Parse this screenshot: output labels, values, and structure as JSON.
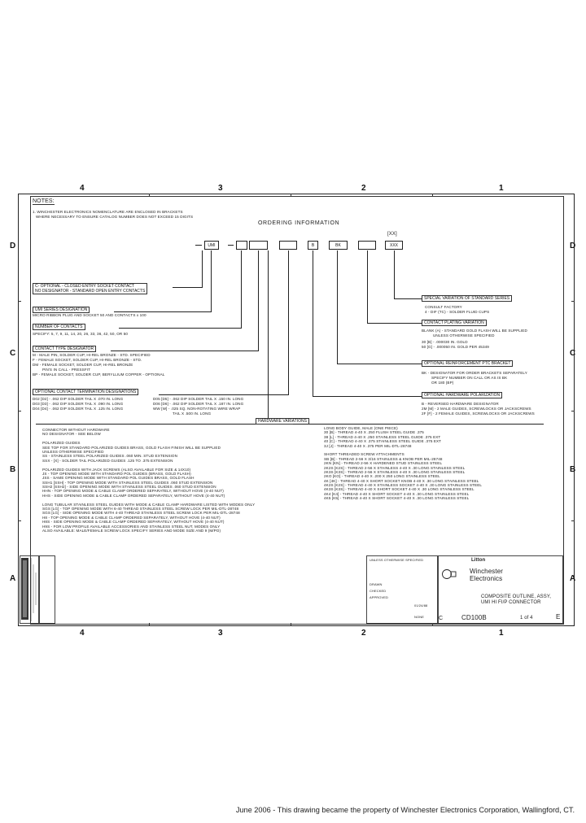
{
  "zones": {
    "top": [
      "4",
      "3",
      "2",
      "1"
    ],
    "bottom": [
      "4",
      "3",
      "2",
      "1"
    ],
    "left": [
      "D",
      "C",
      "B",
      "A"
    ],
    "right": [
      "D",
      "C",
      "B",
      "A"
    ]
  },
  "notes": {
    "title": "NOTES:",
    "line1": "1. WINCHESTER ELECTRONICS NOMENCLATURE ARE ENCLOSED IN BRACKETS",
    "line2": "WHERE NECESSARY TO ENSURE CATALOG NUMBER DOES NOT EXCEED 15 DIGITS"
  },
  "ordering": {
    "title": "ORDERING INFORMATION",
    "boxes": [
      "UMI",
      "",
      "",
      "",
      "B",
      "BK",
      "",
      "XXX"
    ],
    "xx_label": "[XX]"
  },
  "entry": {
    "line1": "C- OPTIONAL - CLOSED ENTRY SOCKET CONTACT",
    "line2": "NO DESIGNATOR - STANDARD OPEN ENTRY CONTACTS"
  },
  "series": {
    "header": "UMI SERIES DESIGNATION",
    "text": "MICRO RIBBON PLUG AND SOCKET 50 AND CONTACTS x 100"
  },
  "numcontacts": {
    "header": "NUMBER OF CONTACTS",
    "text": "SPECIFY: 5, 7, 9, 11, 14, 20, 26, 33, 36, 42, 50, OR 50"
  },
  "contacttype": {
    "header": "CONTACT TYPE DESIGNATOR",
    "lines": [
      "M - MALE PIN, SOLDER CUP, HI-REL BRONZE - STD. SPECIFIED",
      "F - FEMALE SOCKET, SOLDER CUP, HI-REL BRONZE - STD.",
      "DM - FEMALE SOCKET, SOLDER CUP, HI-REL BRONZE",
      "PIN'S IN CALL - PRESSFIT",
      "BP - FEMALE SOCKET, SOLDER CUP, BERYLLIUM COPPER - OPTIONAL"
    ]
  },
  "termination": {
    "header": "OPTIONAL CONTACT TERMINATION DESIGNATIONS",
    "left": [
      "D02 [D2] - .062 DIP SOLDER TAIL X .070 IN. LONG",
      "D03 [D3] - .062 DIP SOLDER TAIL X .090 IN. LONG",
      "D04 [D4] - .062 DIP SOLDER TAIL X .125 IN. LONG"
    ],
    "right": [
      "D05 [D5] - .062 DIP SOLDER TAIL X .150 IN. LONG",
      "D06 [D6] - .062 DIP SOLDER TAIL X .187 IN. LONG",
      "WW [W] - .025 SQ. NON-ROTATING WIRE WRAP",
      "TAIL X .500 IN. LONG"
    ]
  },
  "hardware": {
    "header": "HARDWARE VARIATIONS",
    "left": [
      "CONNECTOR WITHOUT HARDWARE",
      "NO DESIGNATOR - SEE BELOW",
      "",
      "POLARIZED GUIDES",
      "SEE TOP FOR STANDARD POLARIZED GUIDES BRASS, GOLD FLASH FINISH WILL BE SUPPLIED",
      "UNLESS OTHERWISE SPECIFIED",
      "SS - STAINLESS STEEL POLARIZED GUIDES .060 MIN. STUD EXTENSION",
      "SSX - [X] - SOLDER TAIL POLARIZED GUIDES .125 TO .375 EXTENSION",
      "",
      "POLARIZED GUIDES WITH JACK SCREWS (ALSO AVAILABLE FOR SIZE & 14X10)",
      "JS - TOP OPENING MODE WITH STANDARD POL GUIDES (BRASS, GOLD FLASH)",
      "JSS - SAME OPENING MODE WITH STANDARD POL GUIDES BRASS, GOLD FLASH",
      "SSH1 [SSH] - TOP OPENING MODE WITH STAINLESS STEEL GUIDES .060 STUD EXTENSION",
      "SSH2 [SSH2] - SIDE OPENING MODE WITH STAINLESS STEEL GUIDES .060 STUD EXTENSION",
      "HHN - TOP OPENING MODE & CABLE CLAMP ORDERED SEPARATELY, WITHOUT HOVE (4-40 NUT)",
      "HHS - SIDE OPENING MODE & CABLE CLAMP ORDERED SEPARATELY, WITHOUT HOVE (4-40 NUT)",
      "",
      "LONG TUBULAR STAINLESS STEEL GUIDES WITH MODE & CABLE CLAMP HARDWARE LISTED WITH MODES ONLY",
      "SGS [LG] - TOP OPENING MODE WITH 6-40 THREAD STAINLESS STEEL SCREW LOCK PER MIL-DTL-28748",
      "SGS [LG] - SIDE OPENING MODE WITH 4-40 THREAD STAINLESS STEEL SCREW LOCK PER MIL-DTL-28748",
      "H8 - TOP OPENING MODE & CABLE CLAMP ORDERED SEPARATELY, WITHOUT HOVE (4-40 NUT)",
      "H8S - SIDE OPENING MODE & CABLE CLAMP ORDERED SEPARATELY, WITHOUT HOVE (4-40 NUT)",
      "H9S - FOR LOW PROFILE AVAILABLE ACCESSORIES AND STAINLESS STEEL NUT, MODES ONLY",
      "ALSO AVAILABLE: MALE/FEMALE SCREW LOCK SPECIFY SERIES AND MODE SIZE AND 9 (M/PO)"
    ],
    "right": [
      "LONG BODY GUIDE, MALE (ONE PIECE)",
      "30 [B] - THREAD 4-40 X .250 FLUSH STEEL GUIDE .375",
      "38 [L] - THREAD 4-40 X .250 STAINLESS STEEL GUIDE .375 EXT",
      "40 [C] - THREAD 4-40 X .375 STAINLESS STEEL GUIDE .375 EXT",
      "3J [J] - THREAD 4-40 X .375 PER MIL-DTL-28748",
      "",
      "SHORT THREADED SCREW ATTACHMENTS",
      "SB [B] - THREAD 2-56 X 3/16 STAINLESS & KNOB PER MIL-28748",
      "2KN [KN] - THREAD 2-56 X HARDENED STUD STAINLESS STEEL",
      "2K2S [K2S] - THREAD 2-56 X STAINLESS 4-40 X .30 LONG STAINLESS STEEL",
      "2K3S [K3S] - THREAD 2-56 X STAINLESS 4-40 X .30 LONG STAINLESS STEEL",
      "2KO [KO] - THREAD 4-40 X .200 X 250 LONG STAINLESS STEEL",
      "4K [4K] - THREAD 4-40 X SHORT SOCKET KNOB 4-40 X .30 LONG STAINLESS STEEL",
      "4K2S [K2S] - THREAD 4-40 X STAINLESS SOCKET 4-40 X .30 LONG STAINLESS STEEL",
      "4K3S [K3S] - THREAD 4-40 X SHORT SOCKET 4-40 X .30 LONG STAINLESS STEEL",
      "4K4 [K4] - THREAD 4-40 X SHORT SOCKET 4-40 X .30 LONG STAINLESS STEEL",
      "4K5 [K5] - THREAD 4-40 X SHORT SOCKET 4-40 X .30 LONG STAINLESS STEEL"
    ]
  },
  "right_callouts": {
    "special": {
      "header": "SPECIAL VARIATION OF STANDARD SERIES",
      "lines": [
        "CONSULT FACTORY",
        "4 - DIF (TC) - SOLDER FLUID CUPS"
      ]
    },
    "plating": {
      "header": "CONTACT PLATING VARIATION",
      "lines": [
        "BLANK (A) - STANDARD GOLD FLASH WILL BE SUPPLIED",
        "UNLESS OTHERWISE SPECIFIED",
        "30 [B] - .000030 IN. GOLD",
        "50 [G] - .000050 IN. GOLD PER 45349"
      ]
    },
    "reinforcement": {
      "header": "OPTIONAL REINFORCEMENT PTC BRACKET",
      "lines": [
        "BK - DESIGNATOR FOR ORDER BRACKETS SEPARATELY",
        "SPECIFY NUMBER ON CALL OR AS IS BK",
        "OR 180 (BP)"
      ]
    },
    "polarization": {
      "header": "OPTIONAL HARDWARE POLARIZATION",
      "lines": [
        "B - REVERSED HARDWARE DESIGNATOR",
        "2M [M] - 2 MALE GUIDES, SCREWLOCKS OR JACKSCREWS",
        "2F [F] - 2 FEMALE GUIDES, SCREWLOCKS OR JACKSCREWS"
      ]
    }
  },
  "titleblock": {
    "company_small": "Litton",
    "company1": "Winchester",
    "company2": "Electronics",
    "desc1": "COMPOSITE OUTLINE, ASSY,",
    "desc2": "UMI HI FI/P CONNECTOR",
    "size": "C",
    "dwgno": "CD100B",
    "sheet": "1 of 4",
    "rev": "E",
    "unless": "UNLESS OTHERWISE SPECIFIED",
    "drawn": "DRAWN",
    "checked": "CHECKED",
    "approved": "APPROVED",
    "date": "01/24/88",
    "scale": "NONE"
  },
  "footer": "June 2006 - This drawing became the property of Winchester Electronics Corporation, Wallingford, CT."
}
